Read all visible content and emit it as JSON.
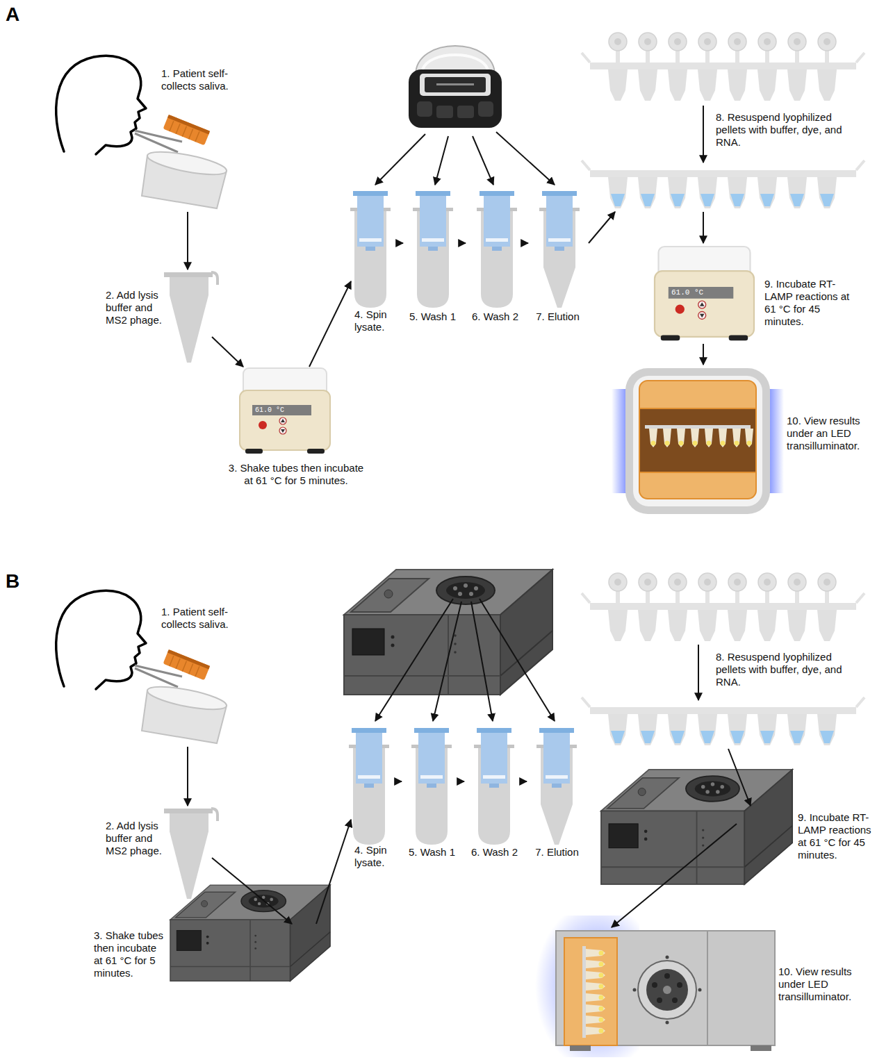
{
  "diagram": {
    "nodes": [
      {
        "text": [
          "1. Patient self-collects saliva."
        ]
      },
      {
        "text": [
          "2. Add lysis buffer and MS2 phage."
        ]
      },
      {
        "text": [
          "3. Shake tubes then incubate at 61 °C for 5 minutes."
        ]
      },
      {
        "text": [
          "4. Spin lysate."
        ]
      },
      {
        "text": [
          "5. Wash 1"
        ]
      },
      {
        "text": [
          "6. Wash 2"
        ]
      },
      {
        "text": [
          "7. Elution"
        ]
      },
      {
        "text": [
          "8. Resuspend lyophilized pellets with buffer, dye, and RNA."
        ]
      },
      {
        "text": [
          "9. Incubate RT-LAMP reactions at 61 °C for 45 minutes."
        ]
      },
      {
        "text": [
          "10. View results under an LED transilluminator."
        ]
      },
      {
        "text": [
          "1. Patient self-collects saliva."
        ]
      },
      {
        "text": [
          "2. Add lysis buffer and MS2 phage."
        ]
      },
      {
        "text": [
          "3. Shake tubes then incubate at 61 °C for 5 minutes."
        ]
      },
      {
        "text": [
          "4. Spin lysate."
        ]
      },
      {
        "text": [
          "5. Wash 1"
        ]
      },
      {
        "text": [
          "6. Wash 2"
        ]
      },
      {
        "text": [
          "7. Elution"
        ]
      },
      {
        "text": [
          "8. Resuspend lyophilized pellets with buffer, dye, and RNA."
        ]
      },
      {
        "text": [
          "9. Incubate RT-LAMP reactions at 61 °C for 45 minutes."
        ]
      },
      {
        "text": [
          "10. View results under LED transilluminator."
        ]
      }
    ],
    "edges": [
      {
        "from": 0,
        "to": 1,
        "arrow": "to"
      },
      {
        "from": 1,
        "to": 2,
        "arrow": "to"
      },
      {
        "from": 2,
        "to": 3,
        "arrow": "to"
      },
      {
        "from": 3,
        "to": 4,
        "arrow": "to"
      },
      {
        "from": 4,
        "to": 5,
        "arrow": "to"
      },
      {
        "from": 5,
        "to": 6,
        "arrow": "to"
      },
      {
        "from": 6,
        "to": 7,
        "arrow": "to"
      },
      {
        "from": 7,
        "to": 8,
        "arrow": "to"
      },
      {
        "from": 8,
        "to": 9,
        "arrow": "to"
      },
      {
        "from": 10,
        "to": 11,
        "arrow": "to"
      },
      {
        "from": 11,
        "to": 12,
        "arrow": "to"
      },
      {
        "from": 12,
        "to": 13,
        "arrow": "to"
      },
      {
        "from": 13,
        "to": 14,
        "arrow": "to"
      },
      {
        "from": 14,
        "to": 15,
        "arrow": "to"
      },
      {
        "from": 15,
        "to": 16,
        "arrow": "to"
      },
      {
        "from": 17,
        "to": 18,
        "arrow": "to"
      },
      {
        "from": 18,
        "to": 19,
        "arrow": "to"
      }
    ],
    "labels": [
      "A",
      "61.0 °C",
      "61.0 °C",
      "B"
    ]
  }
}
